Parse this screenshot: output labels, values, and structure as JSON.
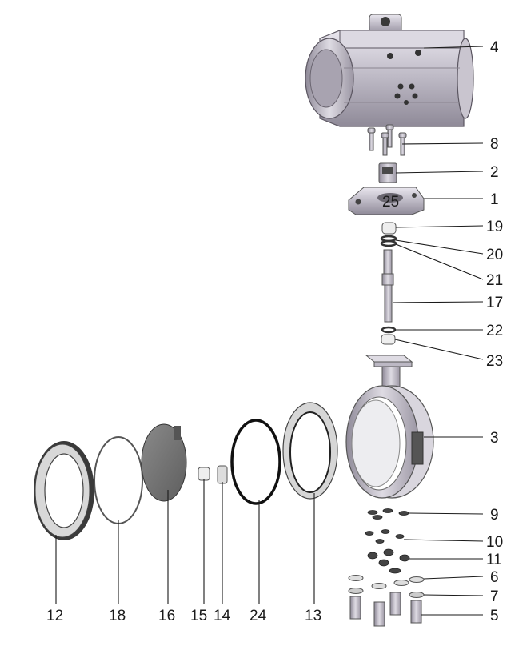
{
  "diagram": {
    "callouts": [
      {
        "id": "4",
        "text": "4"
      },
      {
        "id": "8",
        "text": "8"
      },
      {
        "id": "2",
        "text": "2"
      },
      {
        "id": "1",
        "text": "1"
      },
      {
        "id": "25",
        "text": "25"
      },
      {
        "id": "19",
        "text": "19"
      },
      {
        "id": "20",
        "text": "20"
      },
      {
        "id": "21",
        "text": "21"
      },
      {
        "id": "17",
        "text": "17"
      },
      {
        "id": "22",
        "text": "22"
      },
      {
        "id": "23",
        "text": "23"
      },
      {
        "id": "3",
        "text": "3"
      },
      {
        "id": "9",
        "text": "9"
      },
      {
        "id": "10",
        "text": "10"
      },
      {
        "id": "11",
        "text": "11"
      },
      {
        "id": "6",
        "text": "6"
      },
      {
        "id": "7",
        "text": "7"
      },
      {
        "id": "5",
        "text": "5"
      },
      {
        "id": "12",
        "text": "12"
      },
      {
        "id": "18",
        "text": "18"
      },
      {
        "id": "16",
        "text": "16"
      },
      {
        "id": "15",
        "text": "15"
      },
      {
        "id": "14",
        "text": "14"
      },
      {
        "id": "24",
        "text": "24"
      },
      {
        "id": "13",
        "text": "13"
      }
    ]
  }
}
